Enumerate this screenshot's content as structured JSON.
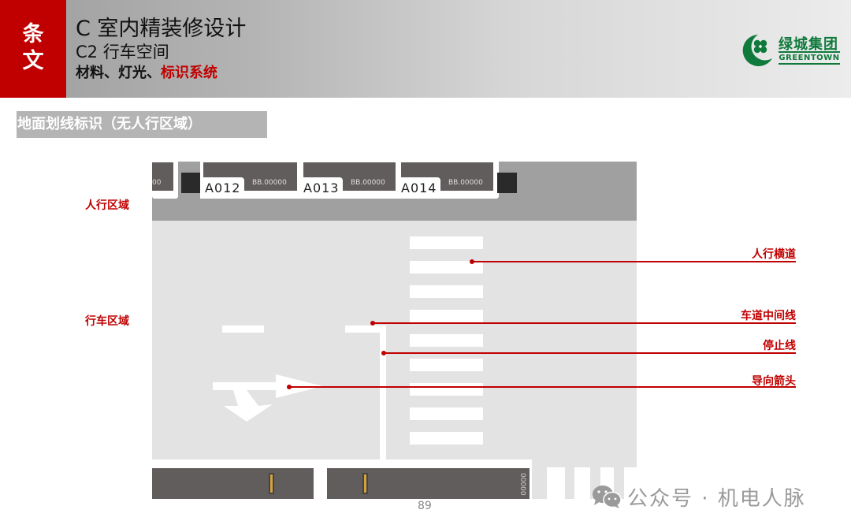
{
  "header": {
    "tag_chars": [
      "条",
      "文"
    ],
    "title": "C 室内精装修设计",
    "subtitle": "C2 行车空间",
    "topics_plain": "材料、灯光、",
    "topics_highlight": "标识系统",
    "colors": {
      "accent": "#c00000",
      "logo_green": "#0f7a3c"
    }
  },
  "logo": {
    "name_cn": "绿城集团",
    "name_en": "GREENTOWN"
  },
  "section": {
    "title": "地面划线标识（无人行区域）"
  },
  "diagram": {
    "zones": [
      {
        "label": "人行区域"
      },
      {
        "label": "行车区域"
      }
    ],
    "parking_bays": [
      {
        "id": "",
        "code": "00"
      },
      {
        "id": "A012",
        "code": "BB.00000"
      },
      {
        "id": "A013",
        "code": "BB.00000"
      },
      {
        "id": "A014",
        "code": "BB.00000"
      }
    ],
    "bottom_code": "00000",
    "annotations": [
      {
        "label": "人行横道"
      },
      {
        "label": "车道中间线"
      },
      {
        "label": "停止线"
      },
      {
        "label": "导向箭头"
      }
    ]
  },
  "footer": {
    "page_number": "89"
  },
  "watermark": {
    "text": "公众号 · 机电人脉",
    "icon": "wechat-icon"
  }
}
